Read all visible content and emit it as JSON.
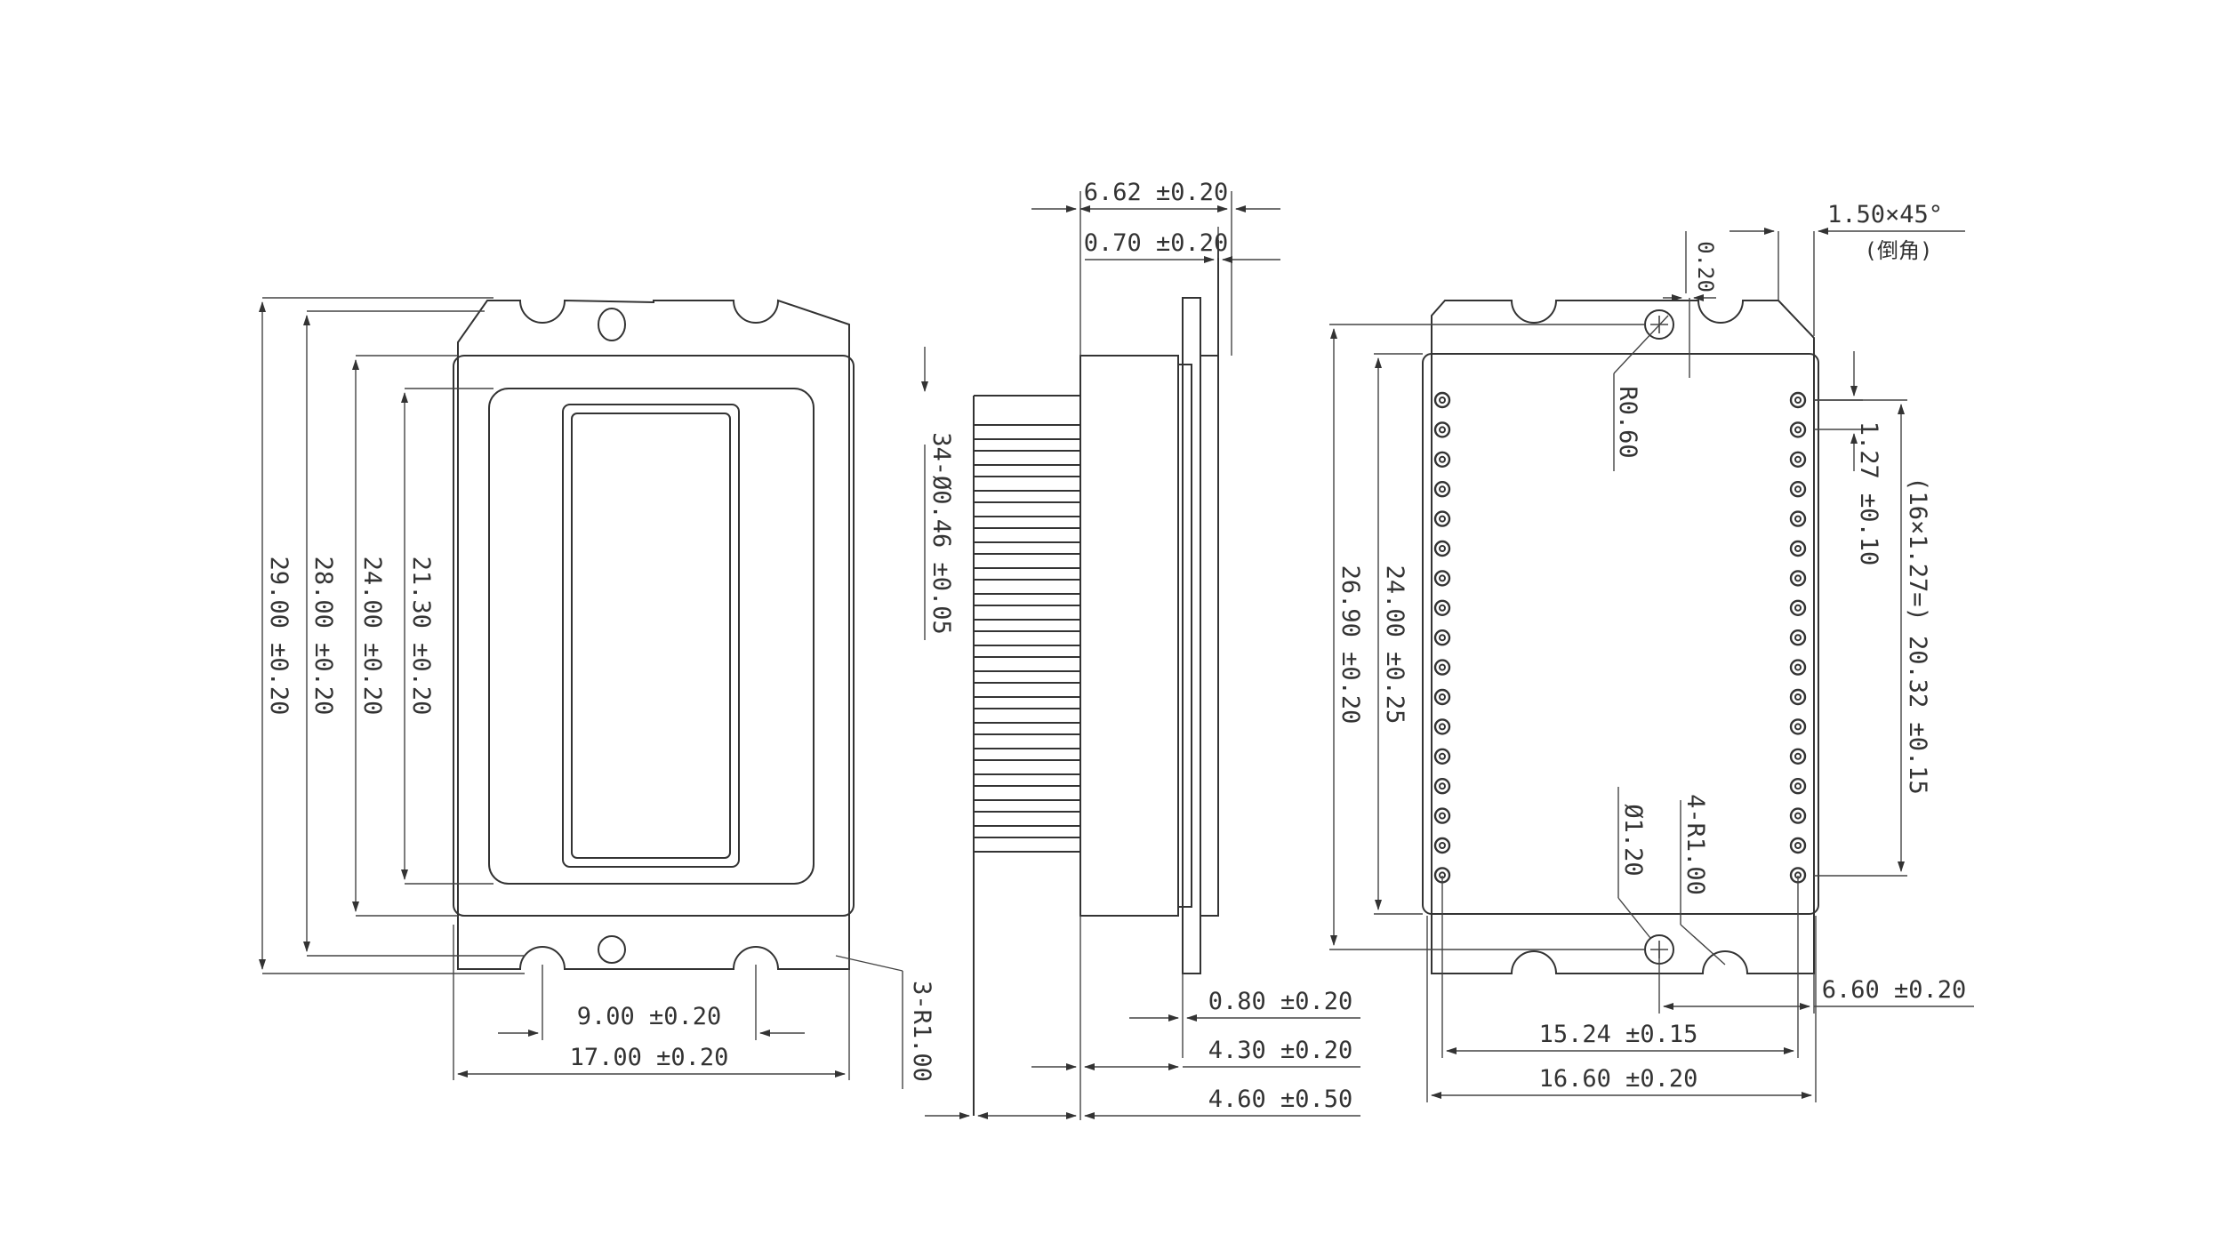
{
  "front_view": {
    "dim_width_outer": "17.00 ±0.20",
    "dim_hole_spacing": "9.00 ±0.20",
    "dim_corner_radius": "3-R1.00",
    "dim_height_29": "29.00 ±0.20",
    "dim_height_28": "28.00 ±0.20",
    "dim_height_24": "24.00 ±0.20",
    "dim_height_21": "21.30 ±0.20"
  },
  "side_view": {
    "dim_total": "6.62 ±0.20",
    "dim_window": "0.70 ±0.20",
    "dim_flange": "0.80 ±0.20",
    "dim_body": "4.30 ±0.20",
    "dim_pins": "4.60 ±0.50",
    "dim_pin_dia": "34-Ø0.46 ±0.05"
  },
  "back_view": {
    "chamfer": "1.50×45°",
    "chamfer_note": "(倒角)",
    "dim_offset": "0.20",
    "dim_r060": "R0.60",
    "dim_pitch": "1.27 ±0.10",
    "dim_span": "(16×1.27=) 20.32 ±0.15",
    "dim_hole_dia": "Ø1.20",
    "dim_radius_4": "4-R1.00",
    "dim_height_26": "26.90 ±0.20",
    "dim_height_24": "24.00 ±0.25",
    "dim_hole_offset": "6.60 ±0.20",
    "dim_pin_row": "15.24 ±0.15",
    "dim_width": "16.60 ±0.20"
  }
}
